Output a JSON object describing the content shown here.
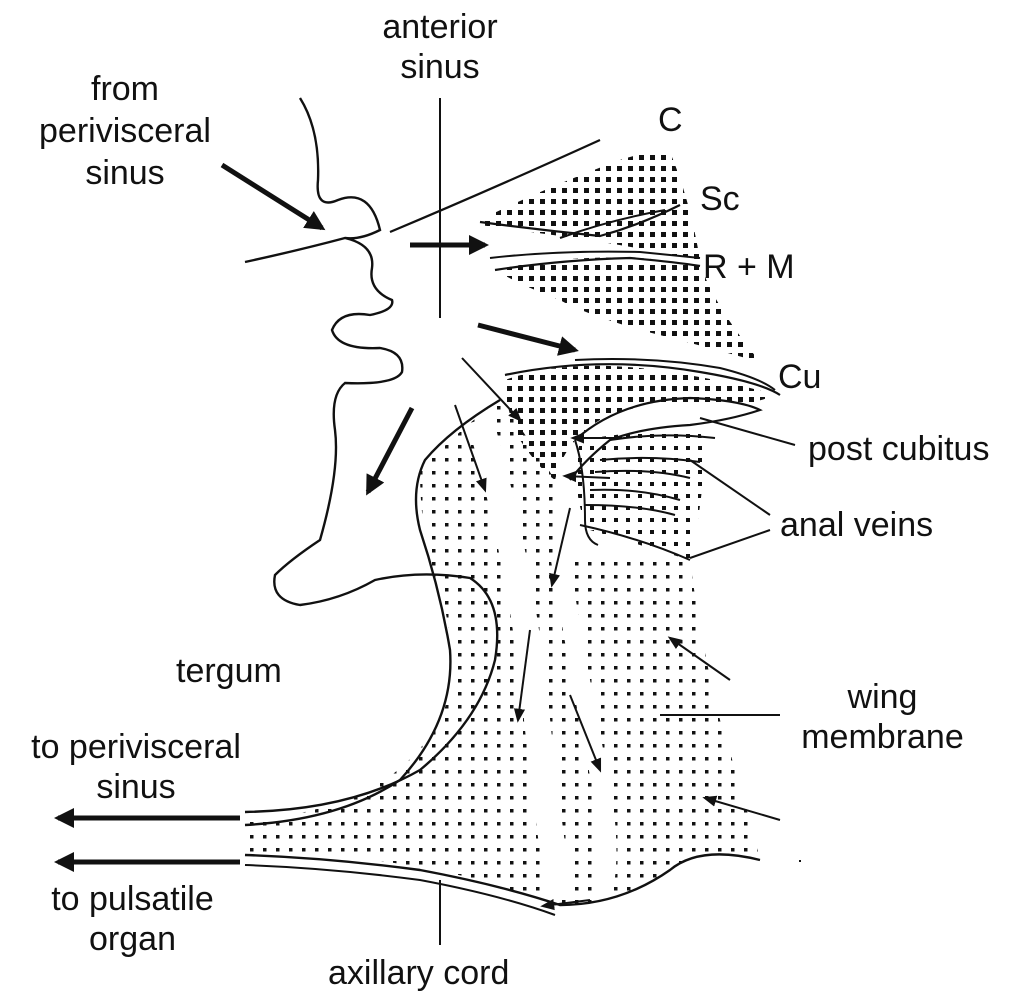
{
  "diagram": {
    "labels": {
      "anterior_sinus_1": "anterior",
      "anterior_sinus_2": "sinus",
      "from_perivisceral_1": "from",
      "from_perivisceral_2": "perivisceral",
      "from_perivisceral_3": "sinus",
      "costa": "C",
      "subcosta": "Sc",
      "radius_media": "R + M",
      "cubitus": "Cu",
      "post_cubitus": "post cubitus",
      "anal_veins": "anal veins",
      "wing_membrane_1": "wing",
      "wing_membrane_2": "membrane",
      "tergum": "tergum",
      "to_perivisceral_1": "to perivisceral",
      "to_perivisceral_2": "sinus",
      "to_pulsatile_1": "to pulsatile",
      "to_pulsatile_2": "organ",
      "axillary_cord": "axillary cord"
    },
    "colors": {
      "ink": "#111111",
      "stipple": "#111111",
      "background": "#ffffff"
    }
  }
}
